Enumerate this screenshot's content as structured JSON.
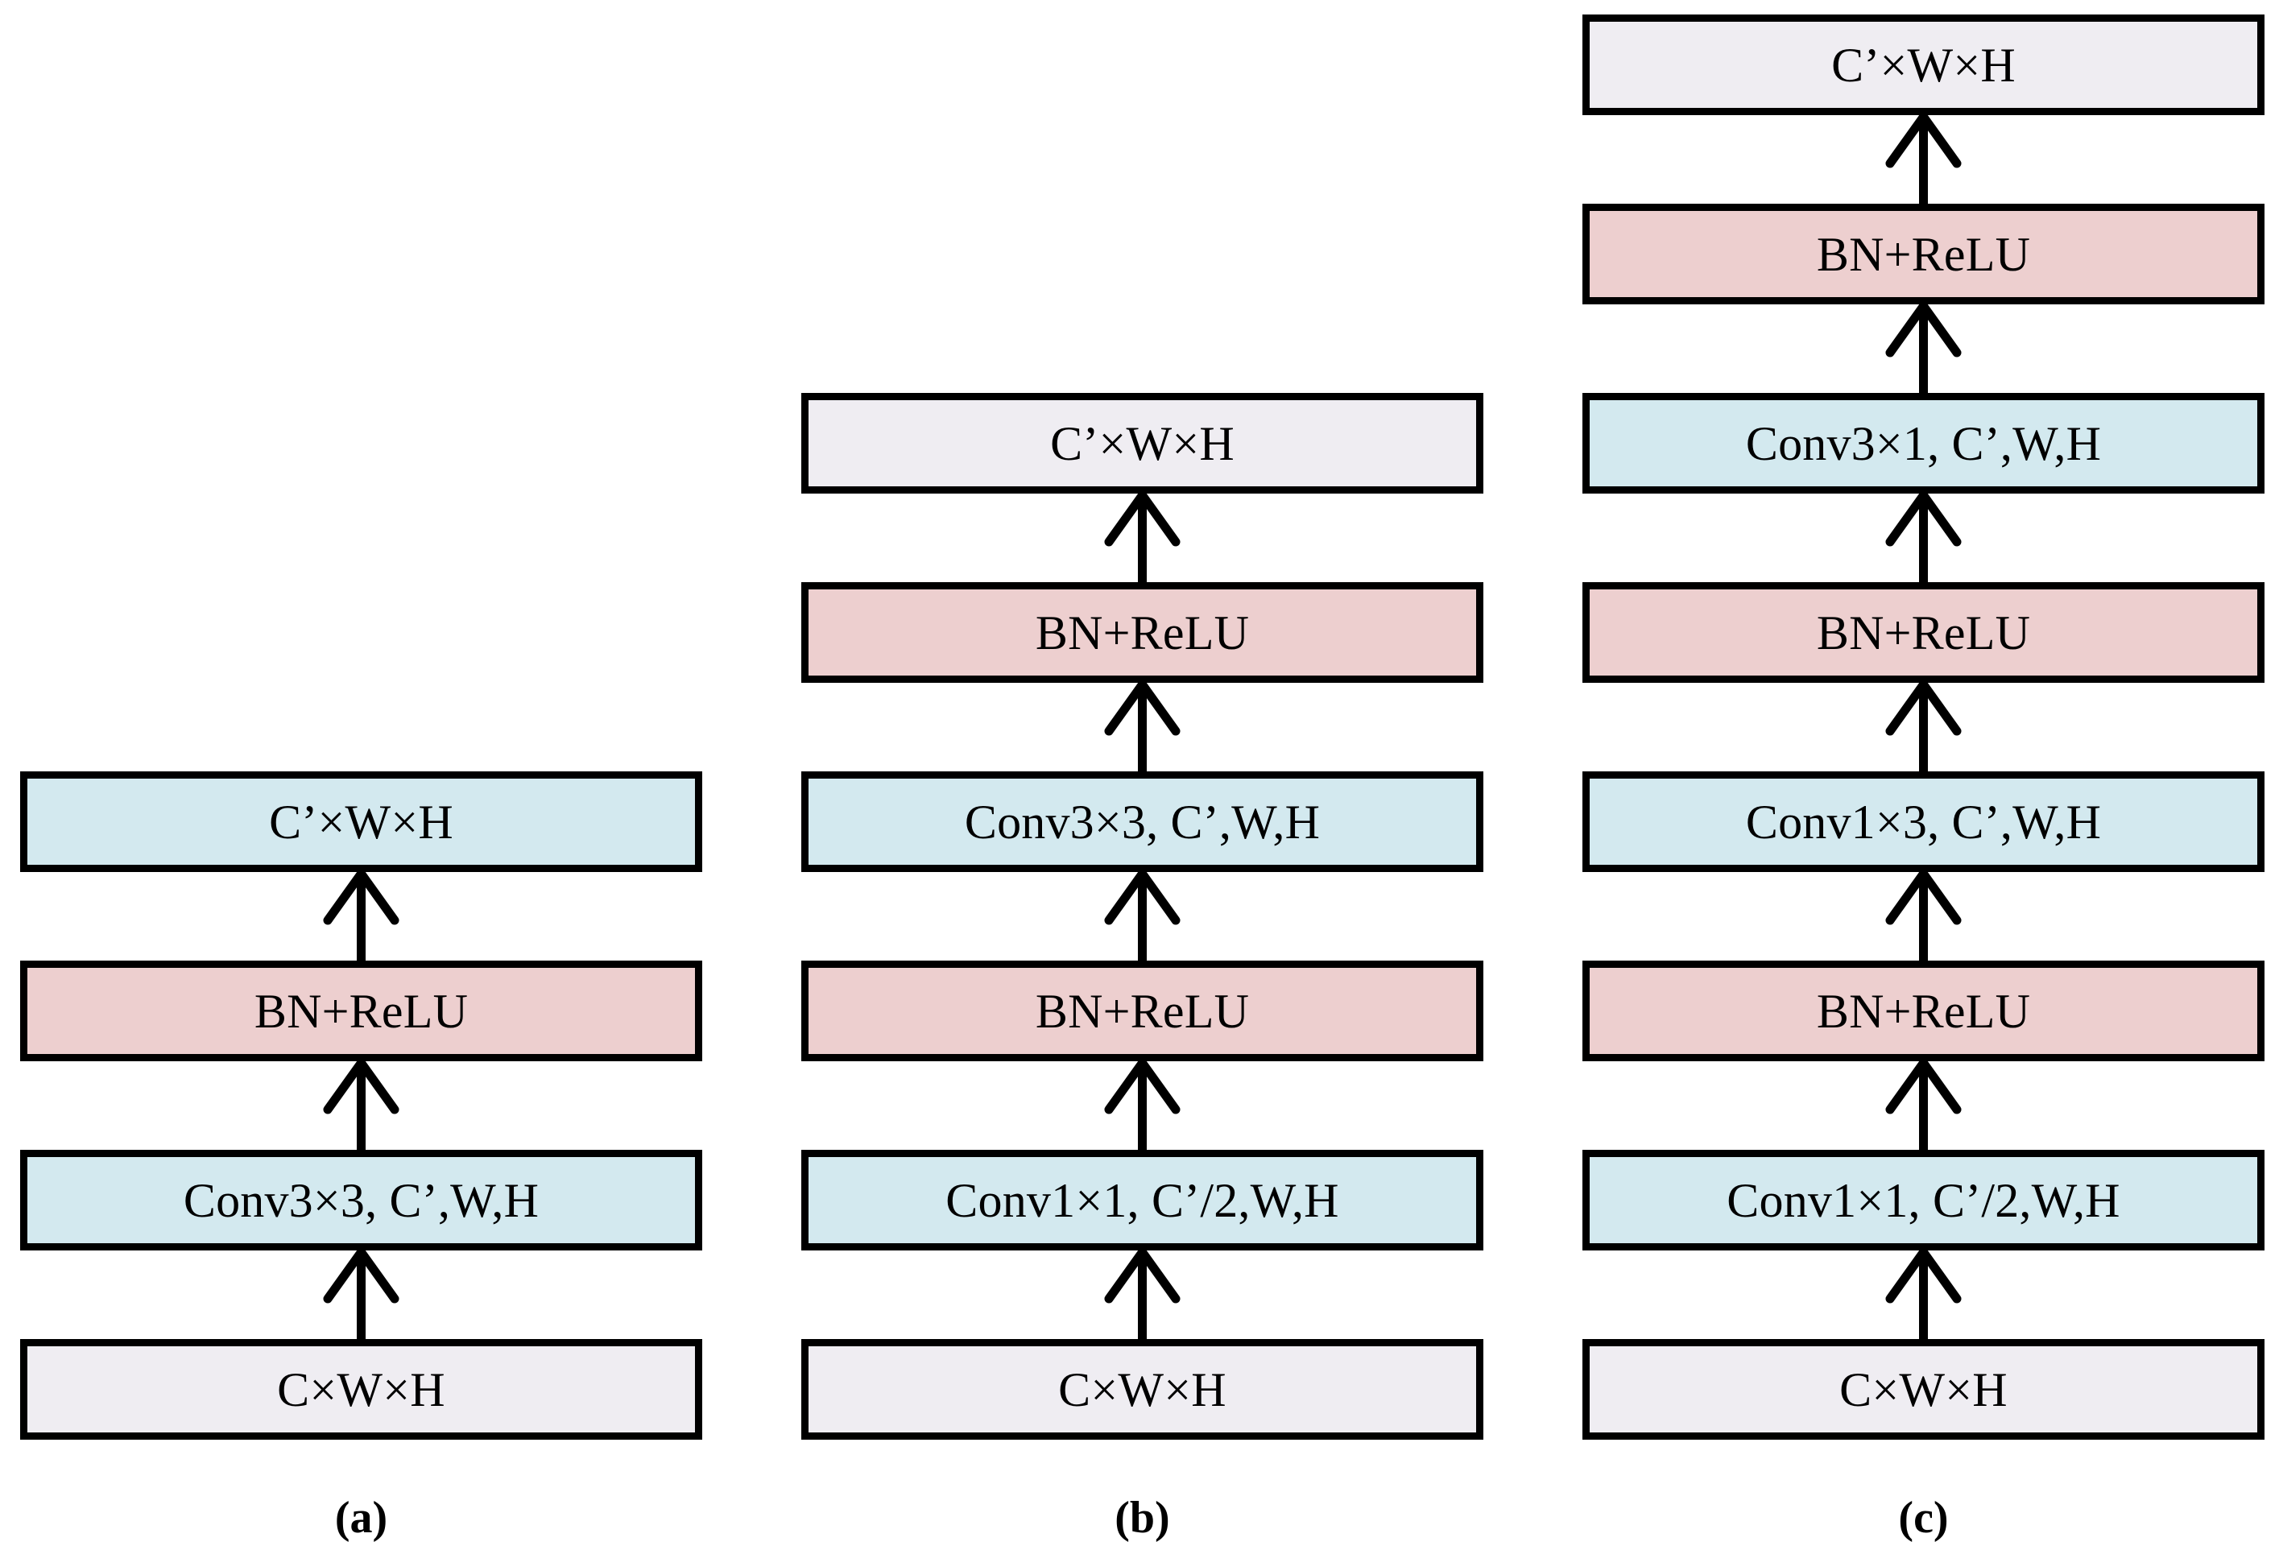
{
  "figure": {
    "type": "diagram",
    "description": "Three convolutional block architectures shown as bottom-to-top data-flow stacks",
    "background_color": "#FFFFFF",
    "box_colors": {
      "conv_blue": "#D3E9EF",
      "bn_relu_pink": "#EDCFCF",
      "tensor_lavender": "#EFEDF2",
      "border": "#000000",
      "arrow": "#000000"
    }
  },
  "columns": [
    {
      "id": "a",
      "caption": "(a)",
      "nodes": [
        {
          "label": "C×W×H",
          "kind": "tensor",
          "color": "#EFEDF2"
        },
        {
          "label": "Conv3×3, C’,W,H",
          "kind": "conv",
          "color": "#D3E9EF"
        },
        {
          "label": "BN+ReLU",
          "kind": "norm",
          "color": "#EDCFCF"
        },
        {
          "label": "C’×W×H",
          "kind": "tensor",
          "color": "#D3E9EF"
        }
      ]
    },
    {
      "id": "b",
      "caption": "(b)",
      "nodes": [
        {
          "label": "C×W×H",
          "kind": "tensor",
          "color": "#EFEDF2"
        },
        {
          "label": "Conv1×1, C’/2,W,H",
          "kind": "conv",
          "color": "#D3E9EF"
        },
        {
          "label": "BN+ReLU",
          "kind": "norm",
          "color": "#EDCFCF"
        },
        {
          "label": "Conv3×3, C’,W,H",
          "kind": "conv",
          "color": "#D3E9EF"
        },
        {
          "label": "BN+ReLU",
          "kind": "norm",
          "color": "#EDCFCF"
        },
        {
          "label": "C’×W×H",
          "kind": "tensor",
          "color": "#EFEDF2"
        }
      ]
    },
    {
      "id": "c",
      "caption": "(c)",
      "nodes": [
        {
          "label": "C×W×H",
          "kind": "tensor",
          "color": "#EFEDF2"
        },
        {
          "label": "Conv1×1, C’/2,W,H",
          "kind": "conv",
          "color": "#D3E9EF"
        },
        {
          "label": "BN+ReLU",
          "kind": "norm",
          "color": "#EDCFCF"
        },
        {
          "label": "Conv1×3, C’,W,H",
          "kind": "conv",
          "color": "#D3E9EF"
        },
        {
          "label": "BN+ReLU",
          "kind": "norm",
          "color": "#EDCFCF"
        },
        {
          "label": "Conv3×1, C’,W,H",
          "kind": "conv",
          "color": "#D3E9EF"
        },
        {
          "label": "BN+ReLU",
          "kind": "norm",
          "color": "#EDCFCF"
        },
        {
          "label": "C’×W×H",
          "kind": "tensor",
          "color": "#EFEDF2"
        }
      ]
    }
  ]
}
